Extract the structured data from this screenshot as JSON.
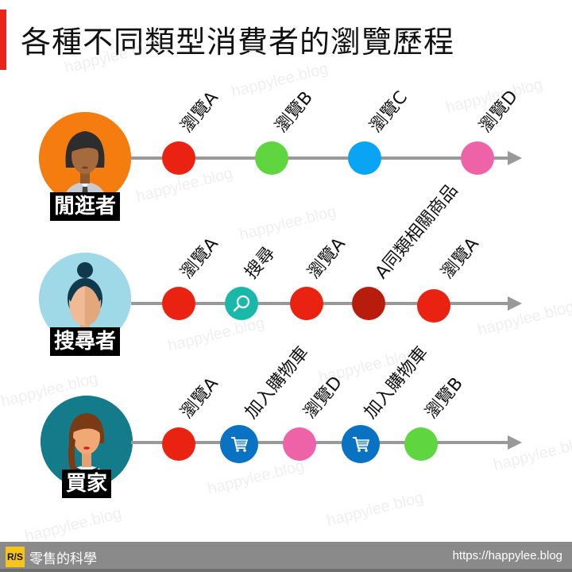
{
  "title": "各種不同類型消費者的瀏覽歷程",
  "colors": {
    "accent_bar": "#e8261a",
    "track": "#999999",
    "red": "#ea2211",
    "dark_red": "#b81c0c",
    "green": "#5fd63f",
    "blue": "#0aa4f5",
    "pink": "#ee63a8",
    "teal": "#1ab8a8",
    "cart_blue": "#0a72c2"
  },
  "personas": [
    {
      "name": "閒逛者",
      "avatar_bg": "#f57c0f",
      "steps": [
        {
          "label": "瀏覽A",
          "type": "browse",
          "color": "#ea2211",
          "icon": null
        },
        {
          "label": "瀏覽B",
          "type": "browse",
          "color": "#5fd63f",
          "icon": null
        },
        {
          "label": "瀏覽C",
          "type": "browse",
          "color": "#0aa4f5",
          "icon": null
        },
        {
          "label": "瀏覽D",
          "type": "browse",
          "color": "#ee63a8",
          "icon": null
        }
      ]
    },
    {
      "name": "搜尋者",
      "avatar_bg": "#9fd9e8",
      "steps": [
        {
          "label": "瀏覽A",
          "type": "browse",
          "color": "#ea2211",
          "icon": null
        },
        {
          "label": "搜尋",
          "type": "search",
          "color": "#1ab8a8",
          "icon": "search-icon"
        },
        {
          "label": "瀏覽A",
          "type": "browse",
          "color": "#ea2211",
          "icon": null
        },
        {
          "label": "A同類相關商品",
          "type": "related",
          "color": "#b81c0c",
          "icon": null
        },
        {
          "label": "瀏覽A",
          "type": "browse",
          "color": "#ea2211",
          "icon": null
        }
      ]
    },
    {
      "name": "買家",
      "avatar_bg": "#137b8a",
      "steps": [
        {
          "label": "瀏覽A",
          "type": "browse",
          "color": "#ea2211",
          "icon": null
        },
        {
          "label": "加入購物車",
          "type": "cart",
          "color": "#0a72c2",
          "icon": "cart-icon"
        },
        {
          "label": "瀏覽D",
          "type": "browse",
          "color": "#ee63a8",
          "icon": null
        },
        {
          "label": "加入購物車",
          "type": "cart",
          "color": "#0a72c2",
          "icon": "cart-icon"
        },
        {
          "label": "瀏覽B",
          "type": "browse",
          "color": "#5fd63f",
          "icon": null
        }
      ]
    }
  ],
  "watermark_text": "happylee.blog",
  "footer": {
    "logo": "R/S",
    "brand": "零售的科學",
    "url": "https://happylee.blog"
  }
}
